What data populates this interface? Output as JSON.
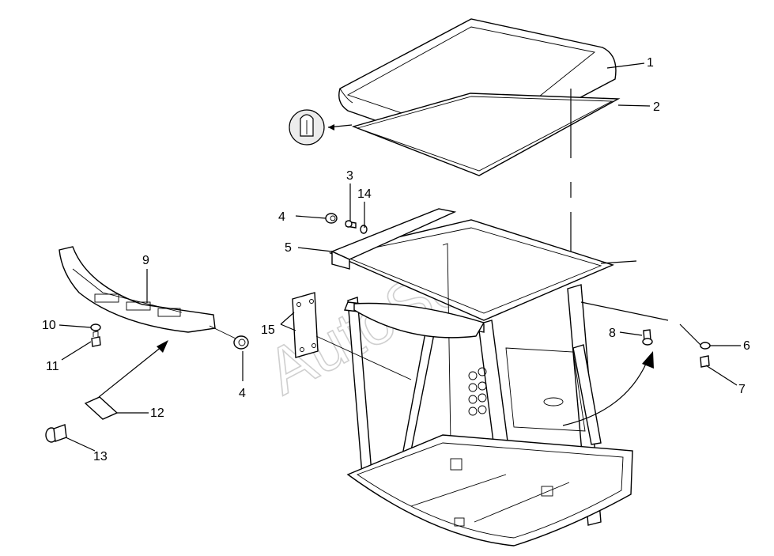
{
  "watermark": "AutoSoft",
  "callouts": [
    {
      "id": "1",
      "text": "1"
    },
    {
      "id": "2",
      "text": "2"
    },
    {
      "id": "3",
      "text": "3"
    },
    {
      "id": "14",
      "text": "14"
    },
    {
      "id": "4a",
      "text": "4"
    },
    {
      "id": "5",
      "text": "5"
    },
    {
      "id": "9",
      "text": "9"
    },
    {
      "id": "15",
      "text": "15"
    },
    {
      "id": "10",
      "text": "10"
    },
    {
      "id": "11",
      "text": "11"
    },
    {
      "id": "4b",
      "text": "4"
    },
    {
      "id": "8",
      "text": "8"
    },
    {
      "id": "6",
      "text": "6"
    },
    {
      "id": "7",
      "text": "7"
    },
    {
      "id": "12",
      "text": "12"
    },
    {
      "id": "13",
      "text": "13"
    }
  ]
}
